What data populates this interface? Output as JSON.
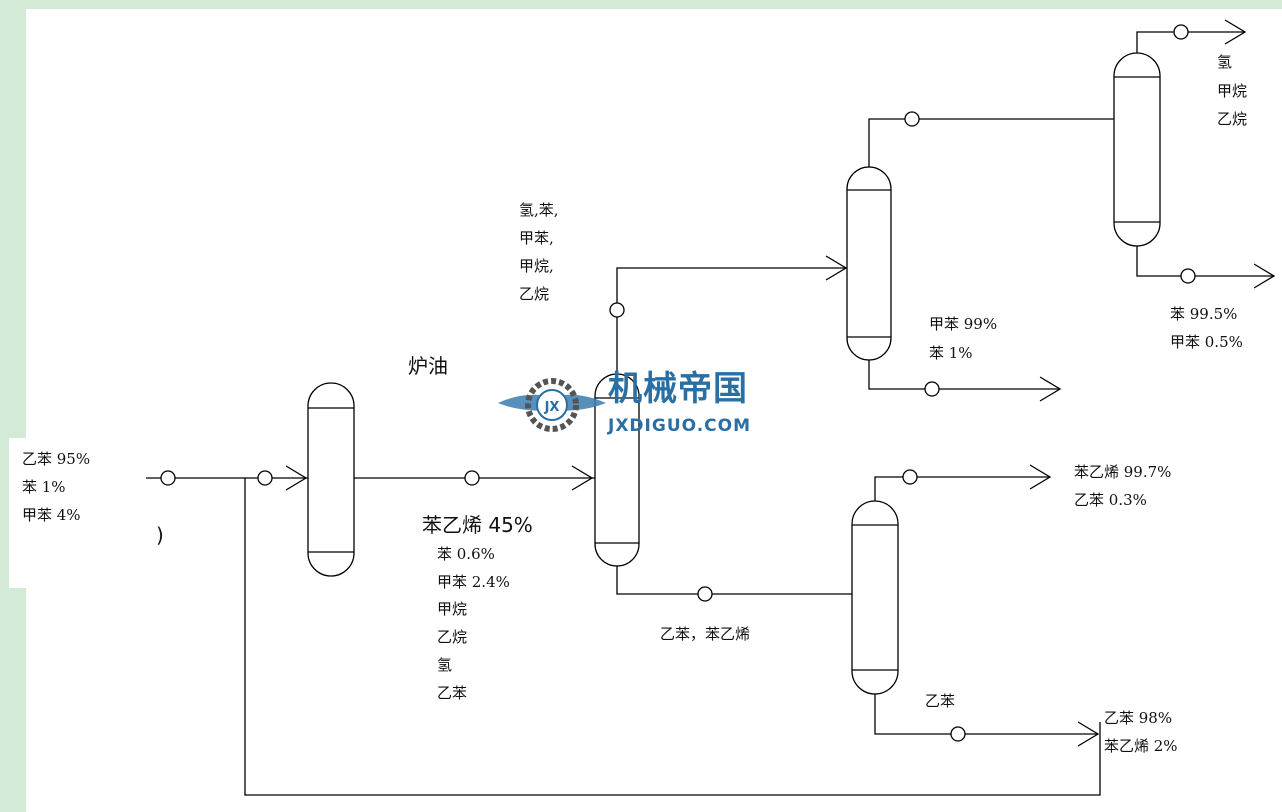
{
  "feed": {
    "line1": "乙苯  95%",
    "line2": "苯  1%",
    "line3": "甲苯  4%"
  },
  "fragment_label": ")",
  "fuel_oil": "炉油",
  "mid_stream": {
    "title": "苯乙烯  45%",
    "l1": "苯  0.6%",
    "l2": "甲苯  2.4%",
    "l3": "甲烷",
    "l4": "乙烷",
    "l5": "氢",
    "l6": "乙苯"
  },
  "overhead_1": {
    "l1": "氢,苯,",
    "l2": "甲苯,",
    "l3": "甲烷,",
    "l4": "乙烷"
  },
  "overhead_2": {
    "l1": "氢",
    "l2": "甲烷",
    "l3": "乙烷"
  },
  "bottom_col3": {
    "l1": "甲苯 99%",
    "l2": "苯 1%"
  },
  "bottom_col4": {
    "l1": "苯  99.5%",
    "l2": "甲苯  0.5%"
  },
  "bottom_col2": "乙苯，苯乙烯",
  "top_col5": {
    "l1": "苯乙烯  99.7%",
    "l2": "乙苯  0.3%"
  },
  "bottom_col5_label": "乙苯",
  "recycle": {
    "l1": "乙苯  98%",
    "l2": "苯乙烯  2%"
  },
  "watermark": {
    "title": "机械帝国",
    "sub": "JXDIGUO.COM",
    "emblem": "JX"
  }
}
